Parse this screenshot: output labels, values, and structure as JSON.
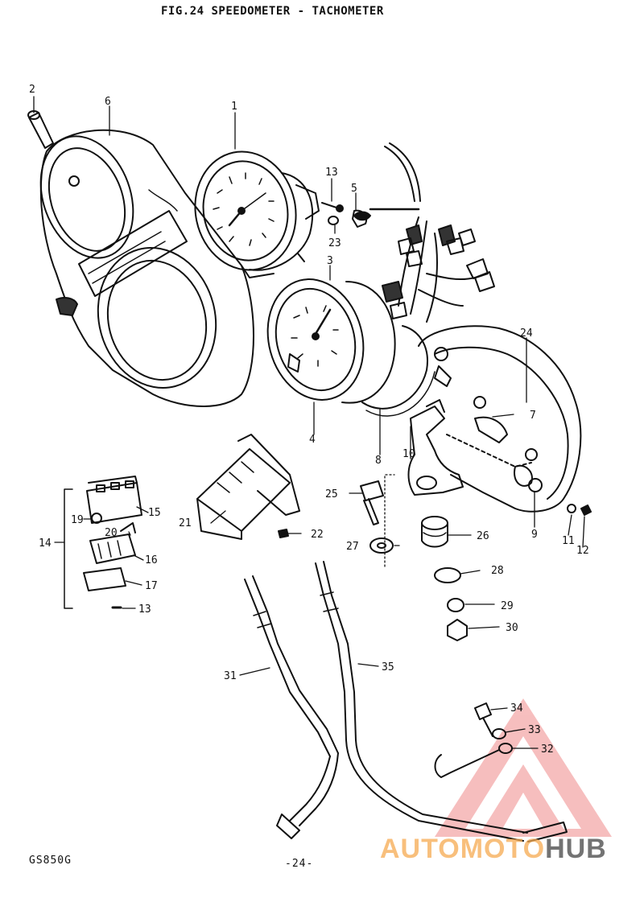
{
  "title": "FIG.24  SPEEDOMETER - TACHOMETER",
  "footer": {
    "model": "GS850G",
    "page": "-24-"
  },
  "watermark": {
    "brand_a": "AUTOMOTO",
    "brand_b": "HUB",
    "color_a": "#f5aa50",
    "color_b": "#5a5a5a",
    "triangle_color": "#e84a4a"
  },
  "labels": {
    "n1": "1",
    "n2": "2",
    "n3": "3",
    "n4": "4",
    "n5": "5",
    "n6": "6",
    "n7": "7",
    "n8": "8",
    "n9": "9",
    "n10": "10",
    "n11": "11",
    "n12": "12",
    "n13a": "13",
    "n13b": "13",
    "n14": "14",
    "n15": "15",
    "n16": "16",
    "n17": "17",
    "n19": "19",
    "n20": "20",
    "n21": "21",
    "n22": "22",
    "n23": "23",
    "n24": "24",
    "n25": "25",
    "n26": "26",
    "n27": "27",
    "n28": "28",
    "n29": "29",
    "n30": "30",
    "n31": "31",
    "n32": "32",
    "n33": "33",
    "n34": "34",
    "n35": "35"
  }
}
